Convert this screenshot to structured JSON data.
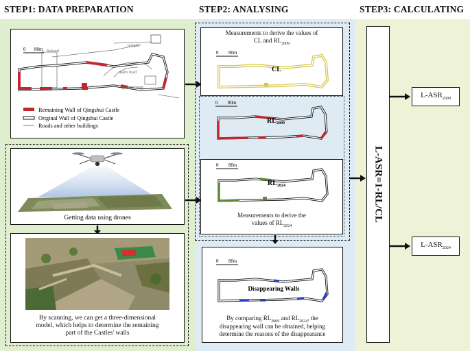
{
  "headers": {
    "step1": "STEP1: DATA PREPARATION",
    "step2": "STEP2: ANALYSING",
    "step3": "STEP3: CALCULATING"
  },
  "colors": {
    "step1_bg": "#dfeecf",
    "step2_bg": "#deebf4",
    "step3_bg": "#eef2d6",
    "remaining_wall": "#c0282d",
    "cl_wall": "#d8c84a",
    "rl2024_wall": "#5f8a3a",
    "disappearing_wall": "#2a3fc0"
  },
  "map": {
    "scale": "80m",
    "labels": {
      "school": "School",
      "temple": "temple",
      "main_road": "main road",
      "government": "government"
    },
    "legend": [
      "Remaining Wall of Qingshui Castle",
      "Original Wall of Qingshui Castle",
      "Roads and other buildings"
    ]
  },
  "drone": {
    "caption": "Getting data using drones"
  },
  "scan": {
    "caption_lines": [
      "By scanning, we can get a three-dimensional",
      "model, which helps to determine the remaining",
      "part of the Castles' walls"
    ]
  },
  "analysis": {
    "measure_top_line1": "Measurements to derive the values of",
    "measure_top_line2": "CL and RL",
    "measure_top_sub": "2009",
    "scale": "80m",
    "cl_label": "CL",
    "rl2009_label": "RL",
    "rl2009_sub": "2009",
    "rl2024_label": "RL",
    "rl2024_sub": "2024",
    "measure_bottom_line1": "Measurements to derive the",
    "measure_bottom_line2": "values of RL",
    "measure_bottom_sub": "2024",
    "disappearing_label": "Disappearing Walls",
    "compare_line1a": "By comparing RL",
    "compare_sub1": "2009",
    "compare_line1b": " and RL",
    "compare_sub2": "2024",
    "compare_line1c": ",  the",
    "compare_line2": "disappearing wall can be obtained,  helping",
    "compare_line3": "determine the reasons of the disappearance"
  },
  "calc": {
    "formula": "L-ASR=1-RL/CL",
    "result1": "L-ASR",
    "result1_sub": "2009",
    "result2": "L-ASR",
    "result2_sub": "2024"
  }
}
